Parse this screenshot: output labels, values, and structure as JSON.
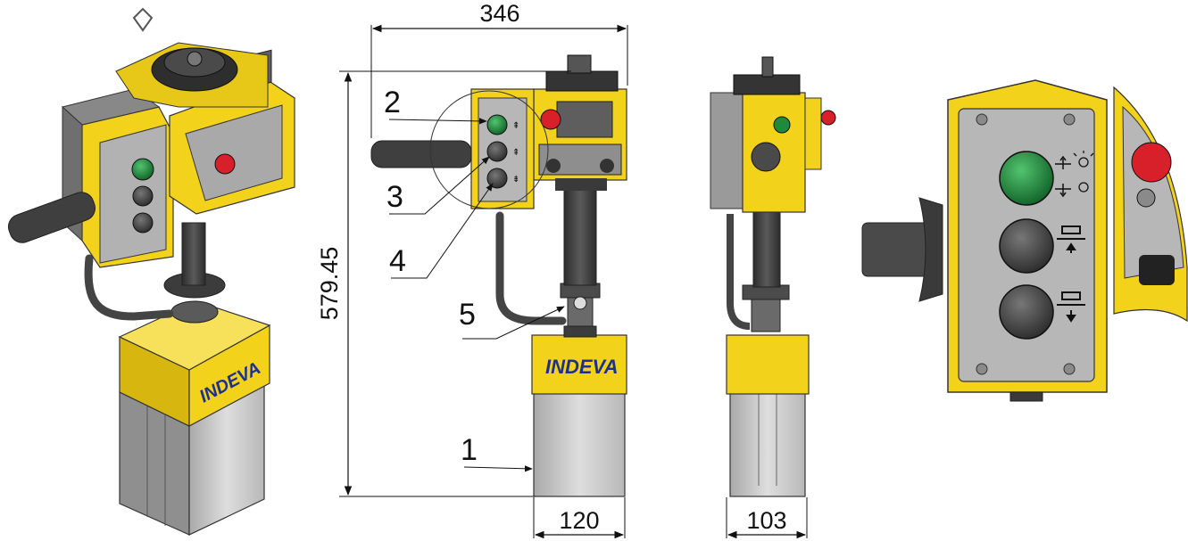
{
  "brand": {
    "logo_text": "INDEVA"
  },
  "dimensions": {
    "width_overall": "346",
    "height_overall": "579.45",
    "base_width_front": "120",
    "base_width_side": "103"
  },
  "callouts": [
    {
      "number": "1"
    },
    {
      "number": "2"
    },
    {
      "number": "3"
    },
    {
      "number": "4"
    },
    {
      "number": "5"
    }
  ],
  "colors": {
    "housing_yellow": "#f3d21c",
    "housing_edge": "#b59a00",
    "panel_grey": "#b7b7b7",
    "dark_metal": "#3b3b3b",
    "base_grey": "#c9c9c9",
    "button_green": "#1f8a3c",
    "button_dark": "#4a4a4a",
    "estop_red": "#d8202a",
    "logo_blue": "#1d2f8f"
  },
  "icons": [
    "hook-up-icon",
    "hook-down-icon",
    "lamp-icon",
    "lift-up-icon",
    "lift-down-icon"
  ]
}
